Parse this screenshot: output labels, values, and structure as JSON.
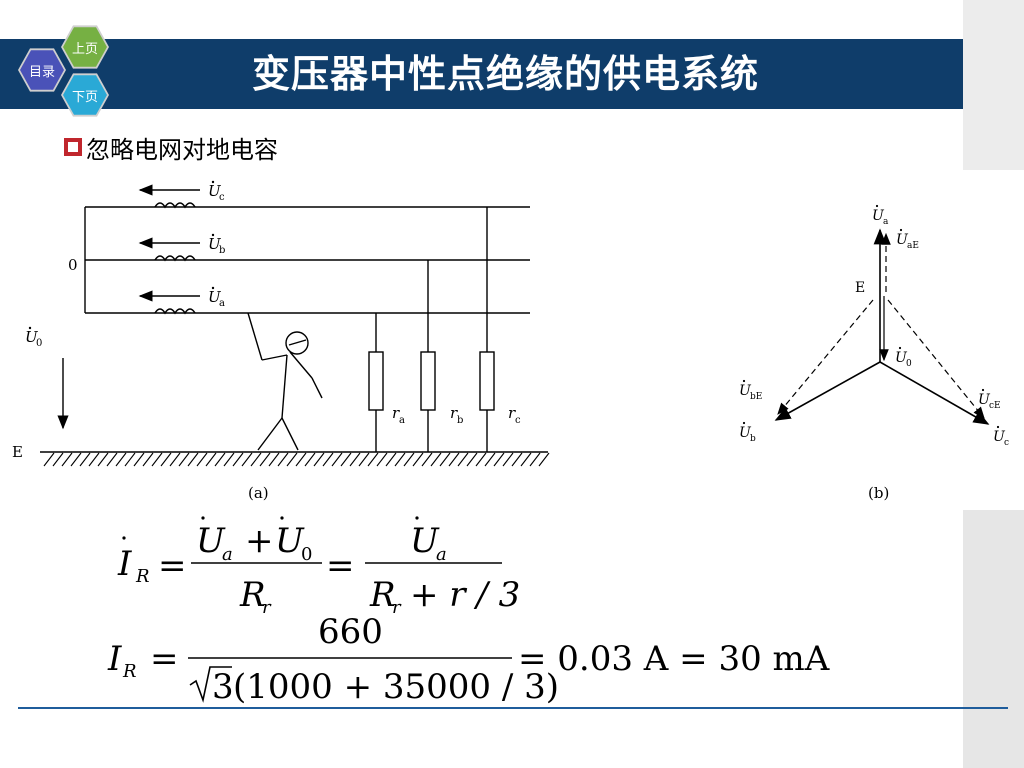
{
  "slide": {
    "title": "变压器中性点绝缘的供电系统",
    "bullet": "忽略电网对地电容"
  },
  "nav": {
    "catalog": "目录",
    "prev": "上页",
    "next": "下页"
  },
  "figure_a": {
    "caption": "(a)",
    "voltages": [
      "U",
      "U",
      "U",
      "U"
    ],
    "voltage_subs": [
      "c",
      "b",
      "a",
      "0"
    ],
    "node_zero": "0",
    "node_e": "E",
    "resistors": [
      "r",
      "r",
      "r"
    ],
    "resistor_subs": [
      "a",
      "b",
      "c"
    ]
  },
  "figure_b": {
    "caption": "(b)",
    "labels": {
      "ua": "U",
      "ua_sub": "a",
      "uae": "U",
      "uae_sub": "aE",
      "e": "E",
      "u0": "U",
      "u0_sub": "0",
      "ube": "U",
      "ube_sub": "bE",
      "ub": "U",
      "ub_sub": "b",
      "uce": "U",
      "uce_sub": "cE",
      "uc": "U",
      "uc_sub": "c"
    }
  },
  "formulas": {
    "f1": {
      "lhs": "I",
      "lhs_sub": "R",
      "num1": "U",
      "num1_sub": "a",
      "plus": "+",
      "num1b": "U",
      "num1b_sub": "0",
      "den1": "R",
      "den1_sub": "r",
      "num2": "U",
      "num2_sub": "a",
      "den2a": "R",
      "den2a_sub": "r",
      "den2b": "+ r / 3",
      "eq": "="
    },
    "f2": {
      "lhs": "I",
      "lhs_sub": "R",
      "num": "660",
      "den_root": "3",
      "den_rest": "(1000 + 35000 / 3)",
      "result": "= 0.03 A = 30 mA",
      "eq": "="
    }
  },
  "colors": {
    "title_bar": "#0f3d6a",
    "bullet": "#c0262d",
    "rule": "#1f5d9c",
    "hex_catalog": "#4a52b8",
    "hex_prev": "#76b043",
    "hex_next": "#2aa9d6"
  }
}
